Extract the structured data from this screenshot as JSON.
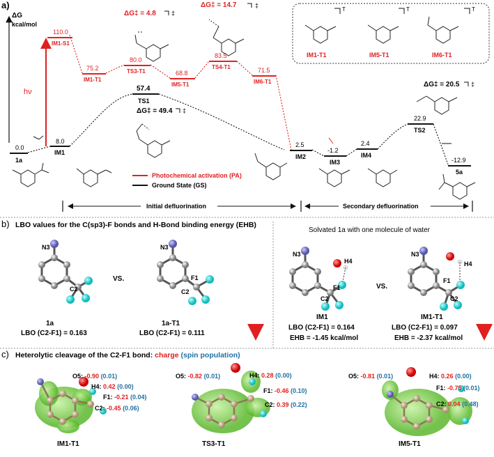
{
  "panel_a": {
    "label": "a)",
    "axis": {
      "symbol": "ΔG",
      "unit": "kcal/mol"
    },
    "hv": "hν",
    "barrier_top1": "ΔG‡ = 4.8",
    "barrier_top2": "ΔG‡ = 14.7",
    "barrier_mid": "ΔG‡ = 49.4",
    "barrier_right": "ΔG‡ = 20.5",
    "dagger": "‡",
    "triplet_marker": "T",
    "levels": [
      {
        "id": "1a",
        "value": "0.0",
        "label": "1a",
        "color": "black"
      },
      {
        "id": "IM1",
        "value": "8.0",
        "label": "IM1",
        "color": "black"
      },
      {
        "id": "IM1-S1",
        "value": "110.0",
        "label": "IM1-S1",
        "color": "red"
      },
      {
        "id": "IM1-T1",
        "value": "75.2",
        "label": "IM1-T1",
        "color": "red"
      },
      {
        "id": "TS3-T1",
        "value": "80.0",
        "label": "TS3-T1",
        "color": "red"
      },
      {
        "id": "IM5-T1",
        "value": "68.8",
        "label": "IM5-T1",
        "color": "red"
      },
      {
        "id": "TS4-T1",
        "value": "83.5",
        "label": "TS4-T1",
        "color": "red"
      },
      {
        "id": "IM6-T1",
        "value": "71.5",
        "label": "IM6-T1",
        "color": "red"
      },
      {
        "id": "TS1",
        "value": "57.4",
        "label": "TS1",
        "color": "black"
      },
      {
        "id": "IM2",
        "value": "2.5",
        "label": "IM2",
        "color": "black"
      },
      {
        "id": "IM3",
        "value": "-1.2",
        "label": "IM3",
        "color": "black"
      },
      {
        "id": "IM4",
        "value": "2.4",
        "label": "IM4",
        "color": "black"
      },
      {
        "id": "TS2",
        "value": "22.9",
        "label": "TS2",
        "color": "black"
      },
      {
        "id": "5a",
        "value": "-12.9",
        "label": "5a",
        "color": "black"
      }
    ],
    "inset_labels": [
      "IM1-T1",
      "IM5-T1",
      "IM6-T1"
    ],
    "legend": {
      "pa": "Photochemical activation (PA)",
      "gs": "Ground State (GS)"
    },
    "sections": {
      "initial": "Initial defluorination",
      "secondary": "Secondary defluorination"
    }
  },
  "panel_b": {
    "label": "b)",
    "title": "LBO values for the C(sp3)-F bonds and H-Bond binding energy (EHB)",
    "solvated_title": "Solvated 1a with one molecule of water",
    "vs": "VS.",
    "mols": [
      {
        "name": "1a",
        "lbo": "LBO (C2-F1) = 0.163",
        "ehb": ""
      },
      {
        "name": "1a-T1",
        "lbo": "LBO (C2-F1) = 0.111",
        "ehb": ""
      },
      {
        "name": "IM1",
        "lbo": "LBO (C2-F1) = 0.164",
        "ehb": "EHB = -1.45 kcal/mol"
      },
      {
        "name": "IM1-T1",
        "lbo": "LBO (C2-F1) = 0.097",
        "ehb": "EHB = -2.37 kcal/mol"
      }
    ],
    "atom_labels": {
      "n3": "N3",
      "c2": "C2",
      "f1": "F1",
      "h4": "H4"
    }
  },
  "panel_c": {
    "label": "c)",
    "title_prefix": "Heterolytic cleavage of the C2-F1 bond: ",
    "charge_word": "charge",
    "spin_word": "(spin population)",
    "structures": [
      {
        "name": "IM1-T1",
        "atoms": [
          {
            "atom": "O5:",
            "charge": "-0.90",
            "spin": "(0.01)"
          },
          {
            "atom": "H4:",
            "charge": "0.42",
            "spin": "(0.00)"
          },
          {
            "atom": "F1:",
            "charge": "-0.21",
            "spin": "(0.04)"
          },
          {
            "atom": "C2:",
            "charge": "-0.45",
            "spin": "(0.06)"
          }
        ]
      },
      {
        "name": "TS3-T1",
        "atoms": [
          {
            "atom": "O5:",
            "charge": "-0.82",
            "spin": "(0.01)"
          },
          {
            "atom": "H4:",
            "charge": "0.28",
            "spin": "(0.00)"
          },
          {
            "atom": "F1:",
            "charge": "-0.46",
            "spin": "(0.10)"
          },
          {
            "atom": "C2:",
            "charge": "0.39",
            "spin": "(0.22)"
          }
        ]
      },
      {
        "name": "IM5-T1",
        "atoms": [
          {
            "atom": "O5:",
            "charge": "-0.81",
            "spin": "(0.01)"
          },
          {
            "atom": "H4:",
            "charge": "0.26",
            "spin": "(0.00)"
          },
          {
            "atom": "F1:",
            "charge": "-0.75",
            "spin": "(0.01)"
          },
          {
            "atom": "C2:",
            "charge": "0.04",
            "spin": "(0.48)"
          }
        ]
      }
    ]
  }
}
